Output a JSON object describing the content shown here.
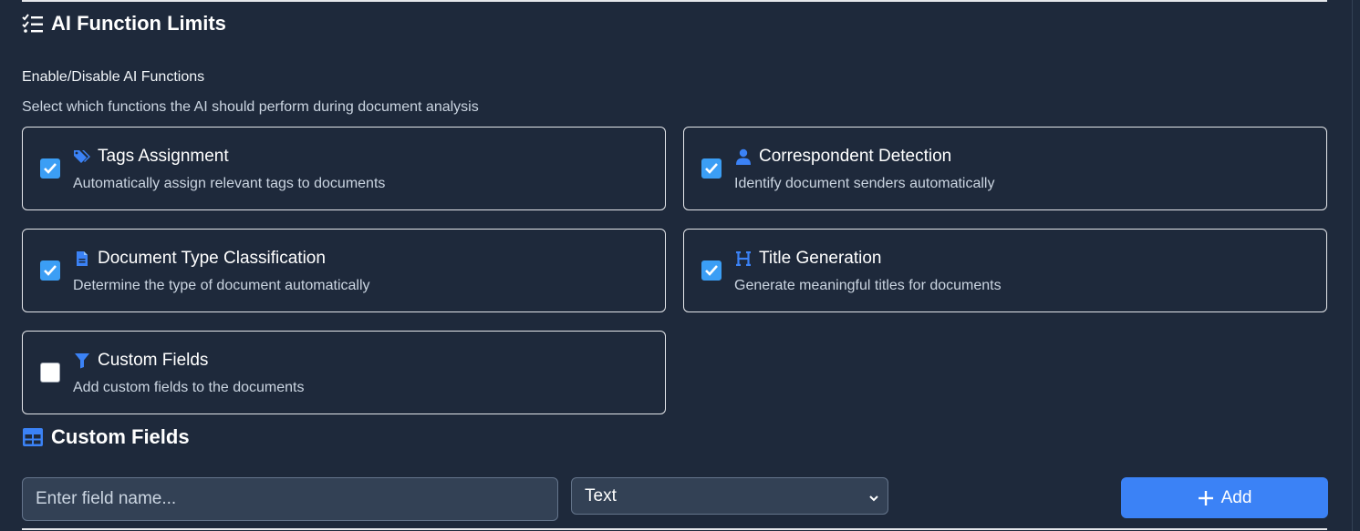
{
  "ai_limits": {
    "title": "AI Function Limits",
    "subheading": "Enable/Disable AI Functions",
    "subtext": "Select which functions the AI should perform during document analysis",
    "functions": [
      {
        "label": "Tags Assignment",
        "description": "Automatically assign relevant tags to documents",
        "icon": "tags-icon",
        "checked": true
      },
      {
        "label": "Correspondent Detection",
        "description": "Identify document senders automatically",
        "icon": "user-icon",
        "checked": true
      },
      {
        "label": "Document Type Classification",
        "description": "Determine the type of document automatically",
        "icon": "file-icon",
        "checked": true
      },
      {
        "label": "Title Generation",
        "description": "Generate meaningful titles for documents",
        "icon": "heading-icon",
        "checked": true
      },
      {
        "label": "Custom Fields",
        "description": "Add custom fields to the documents",
        "icon": "filter-icon",
        "checked": false
      }
    ]
  },
  "custom_fields": {
    "title": "Custom Fields",
    "name_placeholder": "Enter field name...",
    "type_selected": "Text",
    "add_label": "Add"
  },
  "colors": {
    "background": "#1e293b",
    "accent": "#3b82f6",
    "checkbox": "#3b9ef5",
    "border": "#e5e7eb"
  }
}
